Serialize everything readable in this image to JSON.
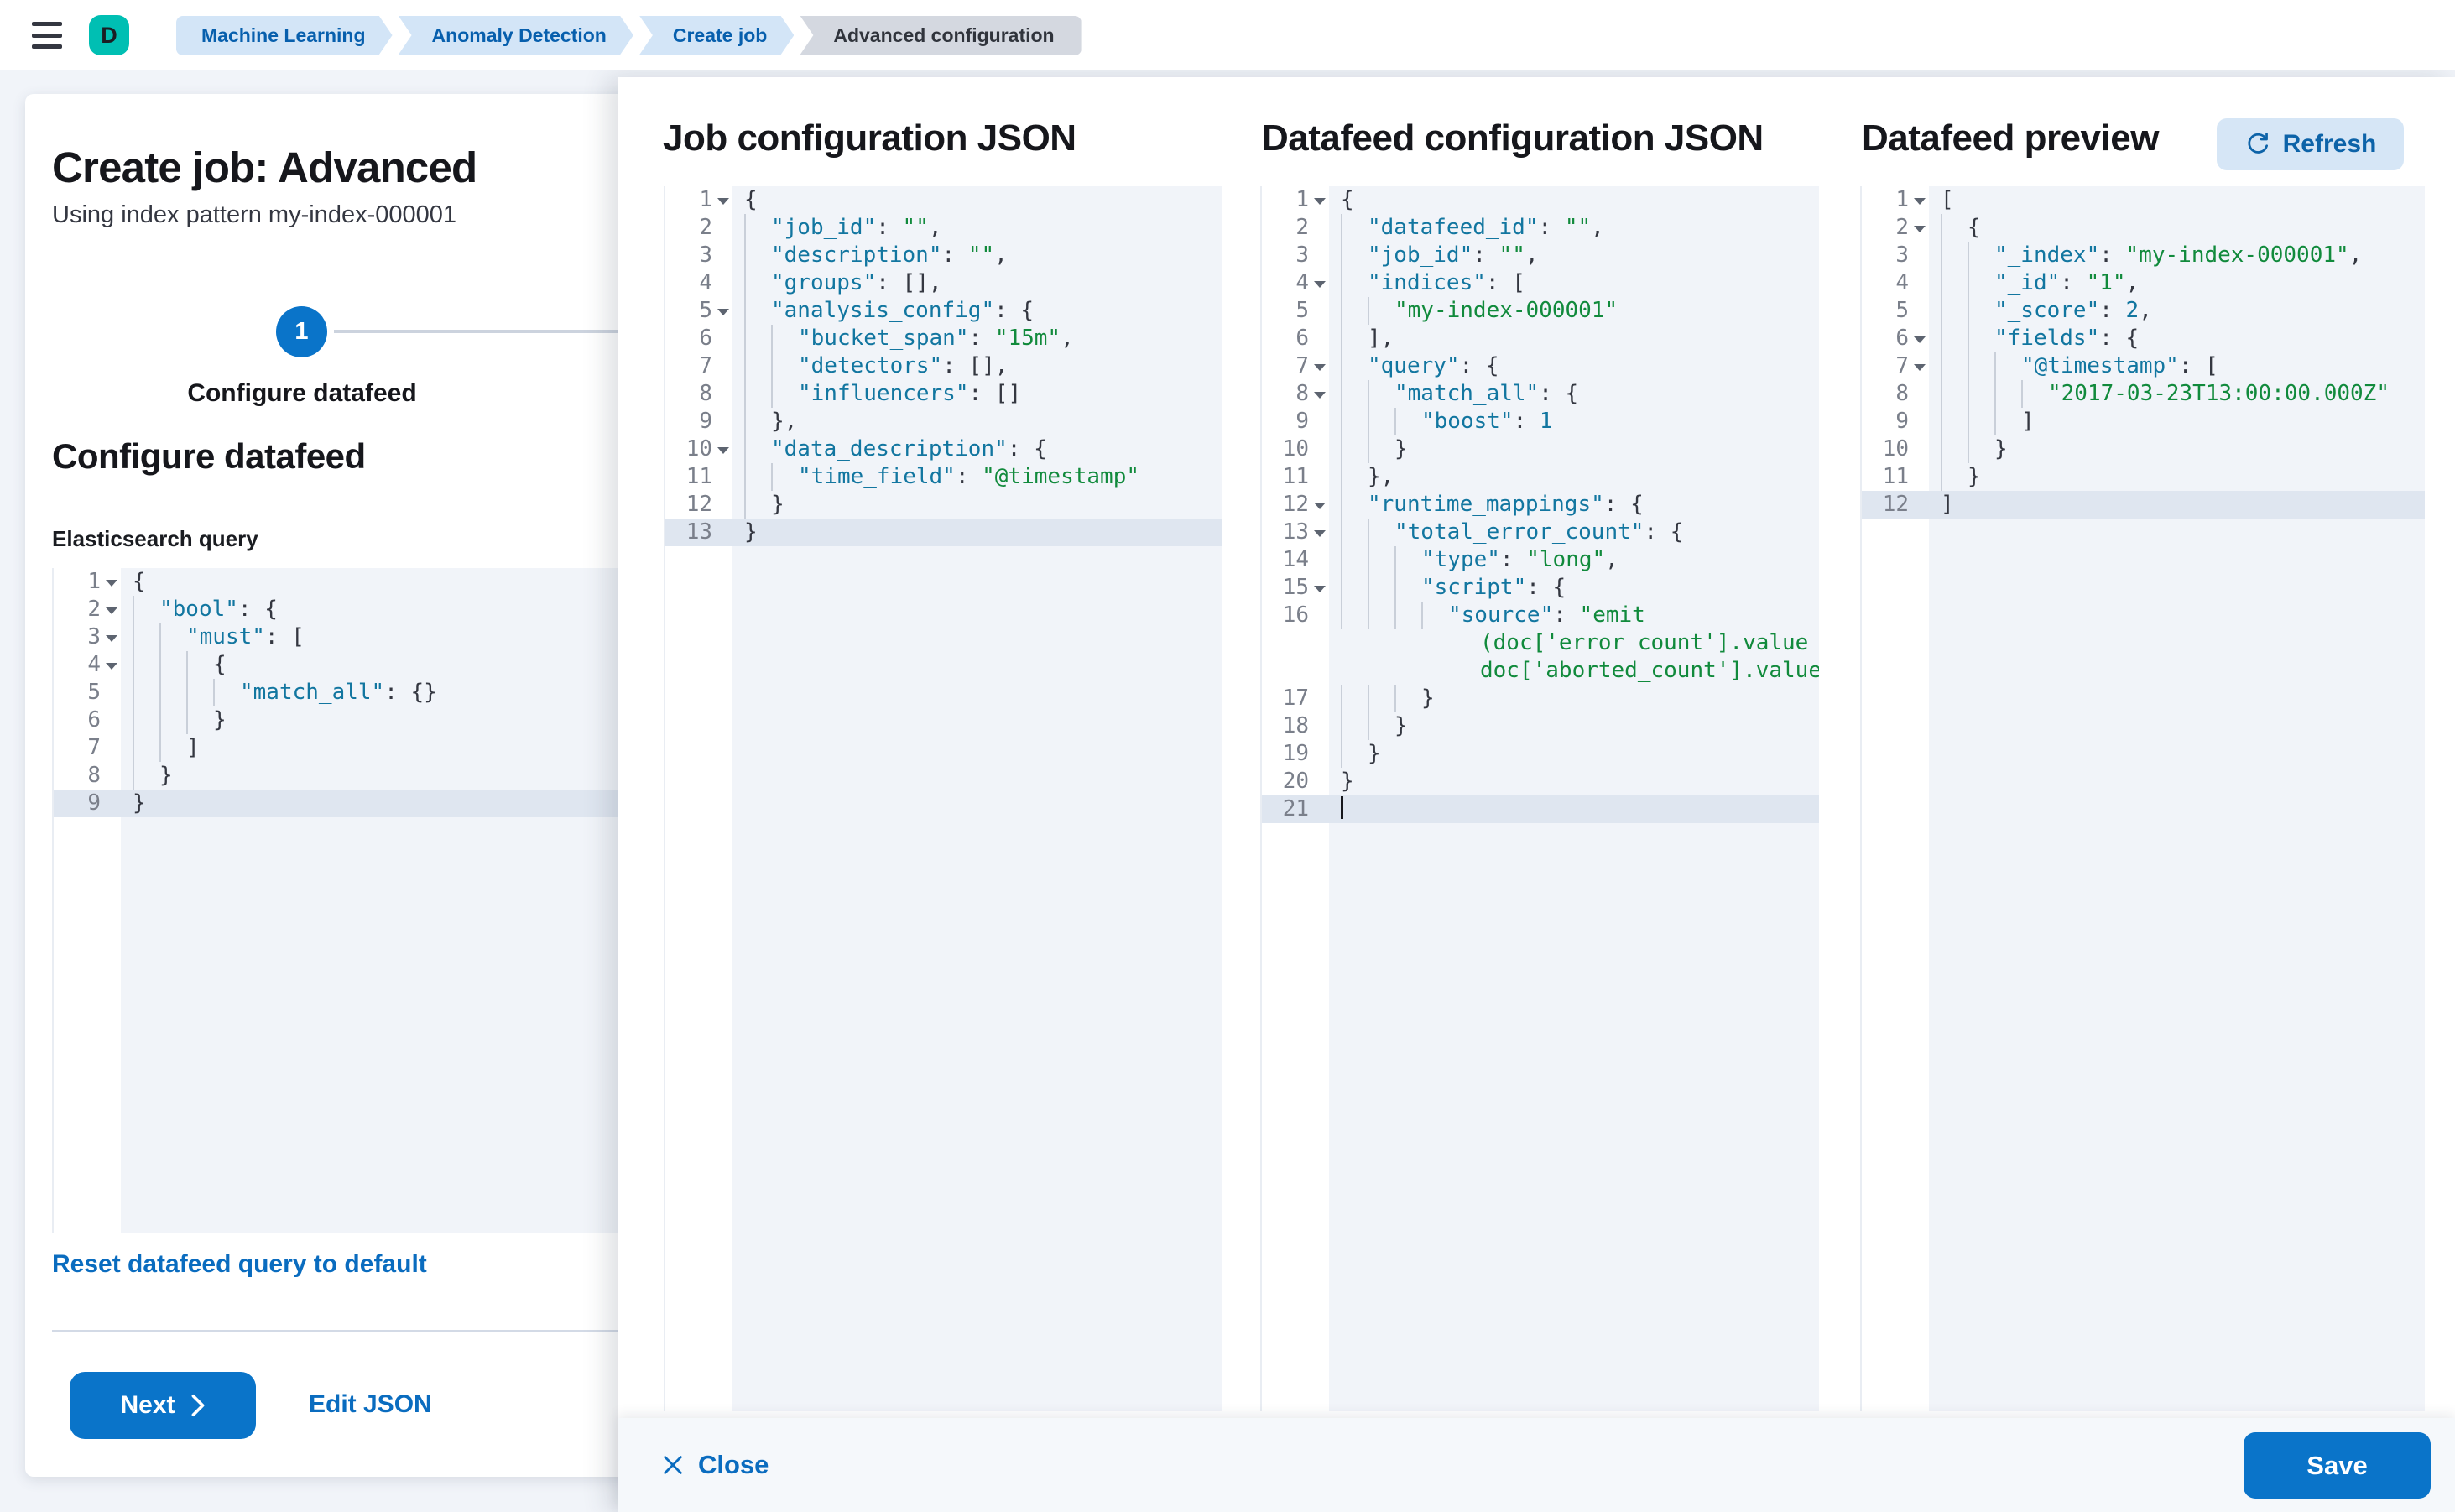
{
  "topbar": {
    "avatar_initial": "D",
    "breadcrumbs": [
      {
        "label": "Machine Learning"
      },
      {
        "label": "Anomaly Detection"
      },
      {
        "label": "Create job"
      },
      {
        "label": "Advanced configuration"
      }
    ]
  },
  "wizard": {
    "title": "Create job: Advanced",
    "subtitle": "Using index pattern my-index-000001",
    "step_number": "1",
    "step_label": "Configure datafeed",
    "section_heading": "Configure datafeed",
    "query_label": "Elasticsearch query",
    "reset_link": "Reset datafeed query to default",
    "next_label": "Next",
    "edit_json_label": "Edit JSON"
  },
  "columns": [
    {
      "title": "Job configuration JSON"
    },
    {
      "title": "Datafeed configuration JSON"
    },
    {
      "title": "Datafeed preview",
      "refresh_label": "Refresh"
    }
  ],
  "footer": {
    "close_label": "Close",
    "save_label": "Save"
  },
  "colors": {
    "accent": "#0a74c9",
    "link": "#0a6cbf",
    "avatar": "#00BFB3",
    "breadcrumb_blue_bg": "#d3e5f7",
    "breadcrumb_blue_text": "#075fad",
    "breadcrumb_gray_bg": "#d4d8e0",
    "editor_bg": "#f1f4f9",
    "active_line": "#dfe6f0",
    "token_key": "#1276a0",
    "token_string": "#118a3c",
    "token_number": "#1276a0",
    "token_punct": "#343741",
    "refresh_bg": "#d6e6f6",
    "refresh_text": "#0d63a8"
  },
  "editors": {
    "es_query": {
      "lines": [
        {
          "n": "1",
          "fold": true,
          "ind": 0,
          "t": [
            [
              "p",
              "{"
            ]
          ]
        },
        {
          "n": "2",
          "fold": true,
          "ind": 1,
          "t": [
            [
              "k",
              "\"bool\""
            ],
            [
              "p",
              ": {"
            ]
          ]
        },
        {
          "n": "3",
          "fold": true,
          "ind": 2,
          "t": [
            [
              "k",
              "\"must\""
            ],
            [
              "p",
              ": ["
            ]
          ]
        },
        {
          "n": "4",
          "fold": true,
          "ind": 3,
          "t": [
            [
              "p",
              "{"
            ]
          ]
        },
        {
          "n": "5",
          "ind": 4,
          "t": [
            [
              "k",
              "\"match_all\""
            ],
            [
              "p",
              ": {}"
            ]
          ]
        },
        {
          "n": "6",
          "ind": 3,
          "t": [
            [
              "p",
              "}"
            ]
          ]
        },
        {
          "n": "7",
          "ind": 2,
          "t": [
            [
              "p",
              "]"
            ]
          ]
        },
        {
          "n": "8",
          "ind": 1,
          "t": [
            [
              "p",
              "}"
            ]
          ]
        },
        {
          "n": "9",
          "ind": 0,
          "active": true,
          "t": [
            [
              "p",
              "}"
            ]
          ]
        }
      ]
    },
    "job_config": {
      "lines": [
        {
          "n": "1",
          "fold": true,
          "ind": 0,
          "t": [
            [
              "p",
              "{"
            ]
          ]
        },
        {
          "n": "2",
          "ind": 1,
          "t": [
            [
              "k",
              "\"job_id\""
            ],
            [
              "p",
              ": "
            ],
            [
              "s",
              "\"\""
            ],
            [
              "p",
              ","
            ]
          ]
        },
        {
          "n": "3",
          "ind": 1,
          "t": [
            [
              "k",
              "\"description\""
            ],
            [
              "p",
              ": "
            ],
            [
              "s",
              "\"\""
            ],
            [
              "p",
              ","
            ]
          ]
        },
        {
          "n": "4",
          "ind": 1,
          "t": [
            [
              "k",
              "\"groups\""
            ],
            [
              "p",
              ": [],"
            ]
          ]
        },
        {
          "n": "5",
          "fold": true,
          "ind": 1,
          "t": [
            [
              "k",
              "\"analysis_config\""
            ],
            [
              "p",
              ": {"
            ]
          ]
        },
        {
          "n": "6",
          "ind": 2,
          "t": [
            [
              "k",
              "\"bucket_span\""
            ],
            [
              "p",
              ": "
            ],
            [
              "s",
              "\"15m\""
            ],
            [
              "p",
              ","
            ]
          ]
        },
        {
          "n": "7",
          "ind": 2,
          "t": [
            [
              "k",
              "\"detectors\""
            ],
            [
              "p",
              ": [],"
            ]
          ]
        },
        {
          "n": "8",
          "ind": 2,
          "t": [
            [
              "k",
              "\"influencers\""
            ],
            [
              "p",
              ": []"
            ]
          ]
        },
        {
          "n": "9",
          "ind": 1,
          "t": [
            [
              "p",
              "},"
            ]
          ]
        },
        {
          "n": "10",
          "fold": true,
          "ind": 1,
          "t": [
            [
              "k",
              "\"data_description\""
            ],
            [
              "p",
              ": {"
            ]
          ]
        },
        {
          "n": "11",
          "ind": 2,
          "t": [
            [
              "k",
              "\"time_field\""
            ],
            [
              "p",
              ": "
            ],
            [
              "s",
              "\"@timestamp\""
            ]
          ]
        },
        {
          "n": "12",
          "ind": 1,
          "t": [
            [
              "p",
              "}"
            ]
          ]
        },
        {
          "n": "13",
          "ind": 0,
          "active": true,
          "t": [
            [
              "p",
              "}"
            ]
          ]
        }
      ]
    },
    "datafeed_config": {
      "lines": [
        {
          "n": "1",
          "fold": true,
          "ind": 0,
          "t": [
            [
              "p",
              "{"
            ]
          ]
        },
        {
          "n": "2",
          "ind": 1,
          "t": [
            [
              "k",
              "\"datafeed_id\""
            ],
            [
              "p",
              ": "
            ],
            [
              "s",
              "\"\""
            ],
            [
              "p",
              ","
            ]
          ]
        },
        {
          "n": "3",
          "ind": 1,
          "t": [
            [
              "k",
              "\"job_id\""
            ],
            [
              "p",
              ": "
            ],
            [
              "s",
              "\"\""
            ],
            [
              "p",
              ","
            ]
          ]
        },
        {
          "n": "4",
          "fold": true,
          "ind": 1,
          "t": [
            [
              "k",
              "\"indices\""
            ],
            [
              "p",
              ": ["
            ]
          ]
        },
        {
          "n": "5",
          "ind": 2,
          "t": [
            [
              "s",
              "\"my-index-000001\""
            ]
          ]
        },
        {
          "n": "6",
          "ind": 1,
          "t": [
            [
              "p",
              "],"
            ]
          ]
        },
        {
          "n": "7",
          "fold": true,
          "ind": 1,
          "t": [
            [
              "k",
              "\"query\""
            ],
            [
              "p",
              ": {"
            ]
          ]
        },
        {
          "n": "8",
          "fold": true,
          "ind": 2,
          "t": [
            [
              "k",
              "\"match_all\""
            ],
            [
              "p",
              ": {"
            ]
          ]
        },
        {
          "n": "9",
          "ind": 3,
          "t": [
            [
              "k",
              "\"boost\""
            ],
            [
              "p",
              ": "
            ],
            [
              "n",
              "1"
            ]
          ]
        },
        {
          "n": "10",
          "ind": 2,
          "t": [
            [
              "p",
              "}"
            ]
          ]
        },
        {
          "n": "11",
          "ind": 1,
          "t": [
            [
              "p",
              "},"
            ]
          ]
        },
        {
          "n": "12",
          "fold": true,
          "ind": 1,
          "t": [
            [
              "k",
              "\"runtime_mappings\""
            ],
            [
              "p",
              ": {"
            ]
          ]
        },
        {
          "n": "13",
          "fold": true,
          "ind": 2,
          "t": [
            [
              "k",
              "\"total_error_count\""
            ],
            [
              "p",
              ": {"
            ]
          ]
        },
        {
          "n": "14",
          "ind": 3,
          "t": [
            [
              "k",
              "\"type\""
            ],
            [
              "p",
              ": "
            ],
            [
              "s",
              "\"long\""
            ],
            [
              "p",
              ","
            ]
          ]
        },
        {
          "n": "15",
          "fold": true,
          "ind": 3,
          "t": [
            [
              "k",
              "\"script\""
            ],
            [
              "p",
              ": {"
            ]
          ]
        },
        {
          "n": "16",
          "ind": 4,
          "t": [
            [
              "k",
              "\"source\""
            ],
            [
              "p",
              ": "
            ],
            [
              "s",
              "\"emit"
            ]
          ]
        },
        {
          "wrap": true,
          "t": [
            [
              "s",
              "(doc['error_count'].value +"
            ]
          ]
        },
        {
          "wrap": true,
          "t": [
            [
              "s",
              "doc['aborted_count'].value)\""
            ]
          ]
        },
        {
          "n": "17",
          "ind": 3,
          "t": [
            [
              "p",
              "}"
            ]
          ]
        },
        {
          "n": "18",
          "ind": 2,
          "t": [
            [
              "p",
              "}"
            ]
          ]
        },
        {
          "n": "19",
          "ind": 1,
          "t": [
            [
              "p",
              "}"
            ]
          ]
        },
        {
          "n": "20",
          "ind": 0,
          "t": [
            [
              "p",
              "}"
            ]
          ]
        },
        {
          "n": "21",
          "ind": 0,
          "active": true,
          "cursor": true,
          "t": []
        }
      ]
    },
    "preview": {
      "lines": [
        {
          "n": "1",
          "fold": true,
          "ind": 0,
          "t": [
            [
              "p",
              "["
            ]
          ]
        },
        {
          "n": "2",
          "fold": true,
          "ind": 1,
          "t": [
            [
              "p",
              "{"
            ]
          ]
        },
        {
          "n": "3",
          "ind": 2,
          "t": [
            [
              "k",
              "\"_index\""
            ],
            [
              "p",
              ": "
            ],
            [
              "s",
              "\"my-index-000001\""
            ],
            [
              "p",
              ","
            ]
          ]
        },
        {
          "n": "4",
          "ind": 2,
          "t": [
            [
              "k",
              "\"_id\""
            ],
            [
              "p",
              ": "
            ],
            [
              "s",
              "\"1\""
            ],
            [
              "p",
              ","
            ]
          ]
        },
        {
          "n": "5",
          "ind": 2,
          "t": [
            [
              "k",
              "\"_score\""
            ],
            [
              "p",
              ": "
            ],
            [
              "n",
              "2"
            ],
            [
              "p",
              ","
            ]
          ]
        },
        {
          "n": "6",
          "fold": true,
          "ind": 2,
          "t": [
            [
              "k",
              "\"fields\""
            ],
            [
              "p",
              ": {"
            ]
          ]
        },
        {
          "n": "7",
          "fold": true,
          "ind": 3,
          "t": [
            [
              "k",
              "\"@timestamp\""
            ],
            [
              "p",
              ": ["
            ]
          ]
        },
        {
          "n": "8",
          "ind": 4,
          "t": [
            [
              "s",
              "\"2017-03-23T13:00:00.000Z\""
            ]
          ]
        },
        {
          "n": "9",
          "ind": 3,
          "t": [
            [
              "p",
              "]"
            ]
          ]
        },
        {
          "n": "10",
          "ind": 2,
          "t": [
            [
              "p",
              "}"
            ]
          ]
        },
        {
          "n": "11",
          "ind": 1,
          "t": [
            [
              "p",
              "}"
            ]
          ]
        },
        {
          "n": "12",
          "ind": 0,
          "active": true,
          "t": [
            [
              "p",
              "]"
            ]
          ]
        }
      ]
    }
  }
}
